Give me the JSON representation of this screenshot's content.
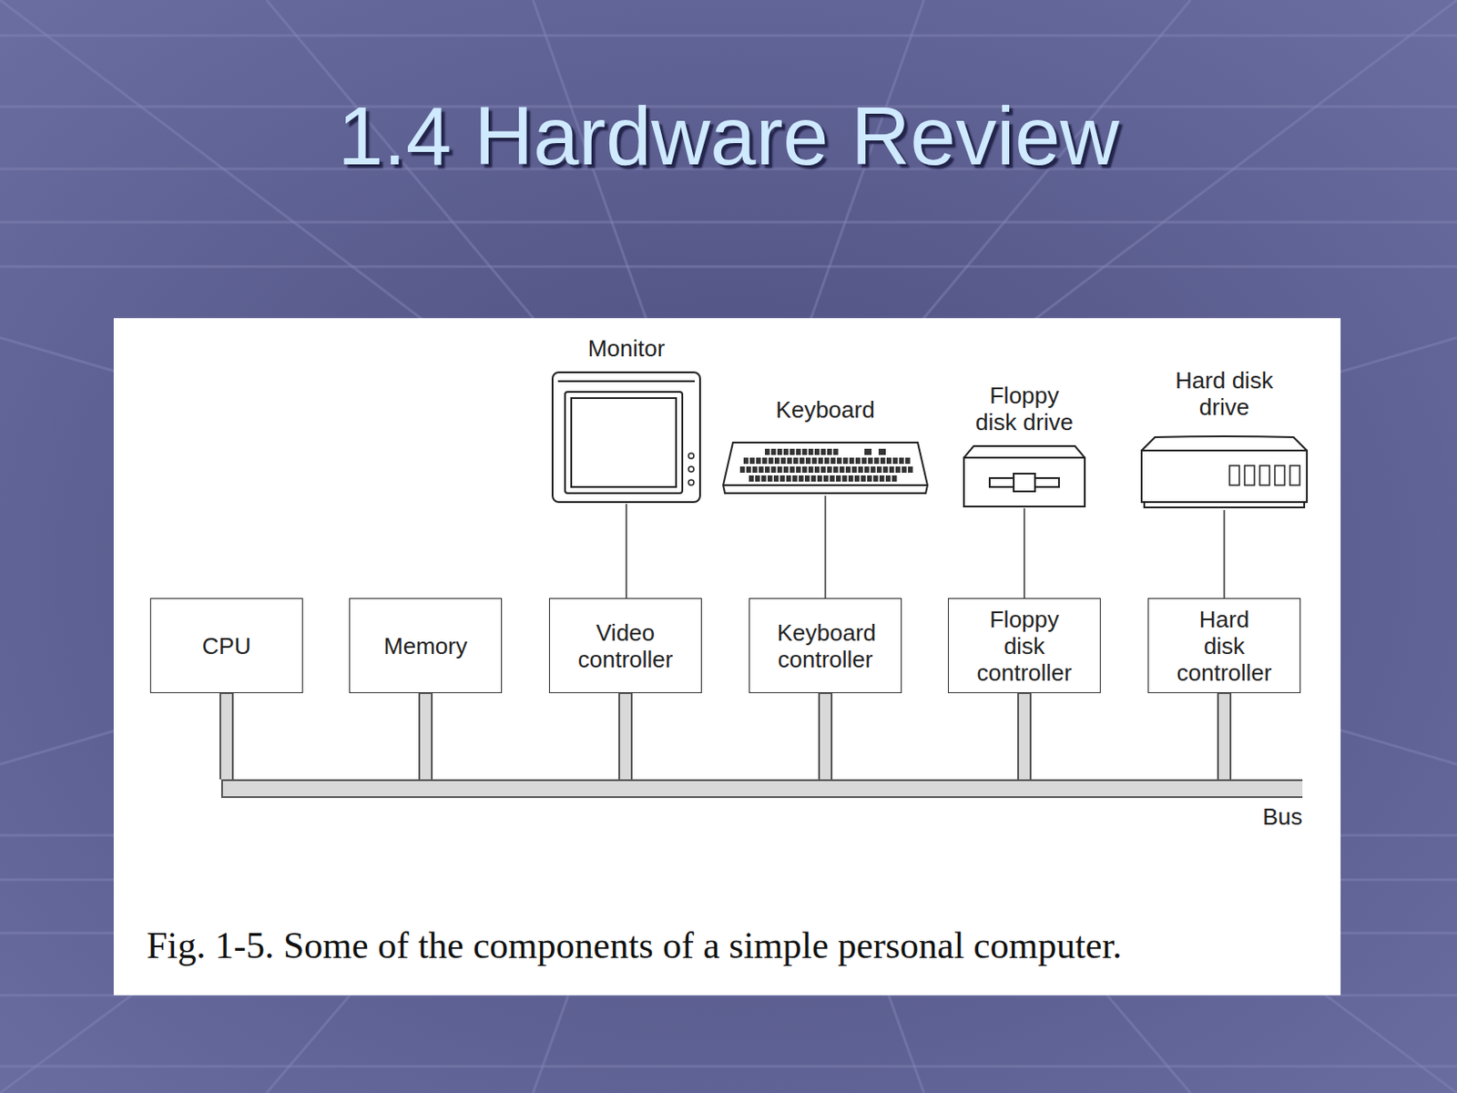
{
  "diagram": {
    "title": "1.4 Hardware Review",
    "caption": "Fig. 1-5. Some of the components of a simple personal computer.",
    "nodes": [
      {
        "text": [
          "Monitor"
        ]
      },
      {
        "text": [
          "Keyboard"
        ]
      },
      {
        "text": [
          "Floppy disk drive"
        ]
      },
      {
        "text": [
          "Hard disk drive"
        ]
      },
      {
        "text": [
          "CPU"
        ]
      },
      {
        "text": [
          "Memory"
        ]
      },
      {
        "text": [
          "Video controller"
        ]
      },
      {
        "text": [
          "Keyboard controller"
        ]
      },
      {
        "text": [
          "Floppy disk controller"
        ]
      },
      {
        "text": [
          "Hard disk controller"
        ]
      },
      {
        "text": [
          "Bus"
        ]
      }
    ],
    "edges": [
      {
        "from": 0,
        "to": 6,
        "arrow": "none"
      },
      {
        "from": 1,
        "to": 7,
        "arrow": "none"
      },
      {
        "from": 2,
        "to": 8,
        "arrow": "none"
      },
      {
        "from": 3,
        "to": 9,
        "arrow": "none"
      },
      {
        "from": 4,
        "to": 10,
        "arrow": "none"
      },
      {
        "from": 5,
        "to": 10,
        "arrow": "none"
      },
      {
        "from": 6,
        "to": 10,
        "arrow": "none"
      },
      {
        "from": 7,
        "to": 10,
        "arrow": "none"
      },
      {
        "from": 8,
        "to": 10,
        "arrow": "none"
      },
      {
        "from": 9,
        "to": 10,
        "arrow": "none"
      }
    ]
  }
}
